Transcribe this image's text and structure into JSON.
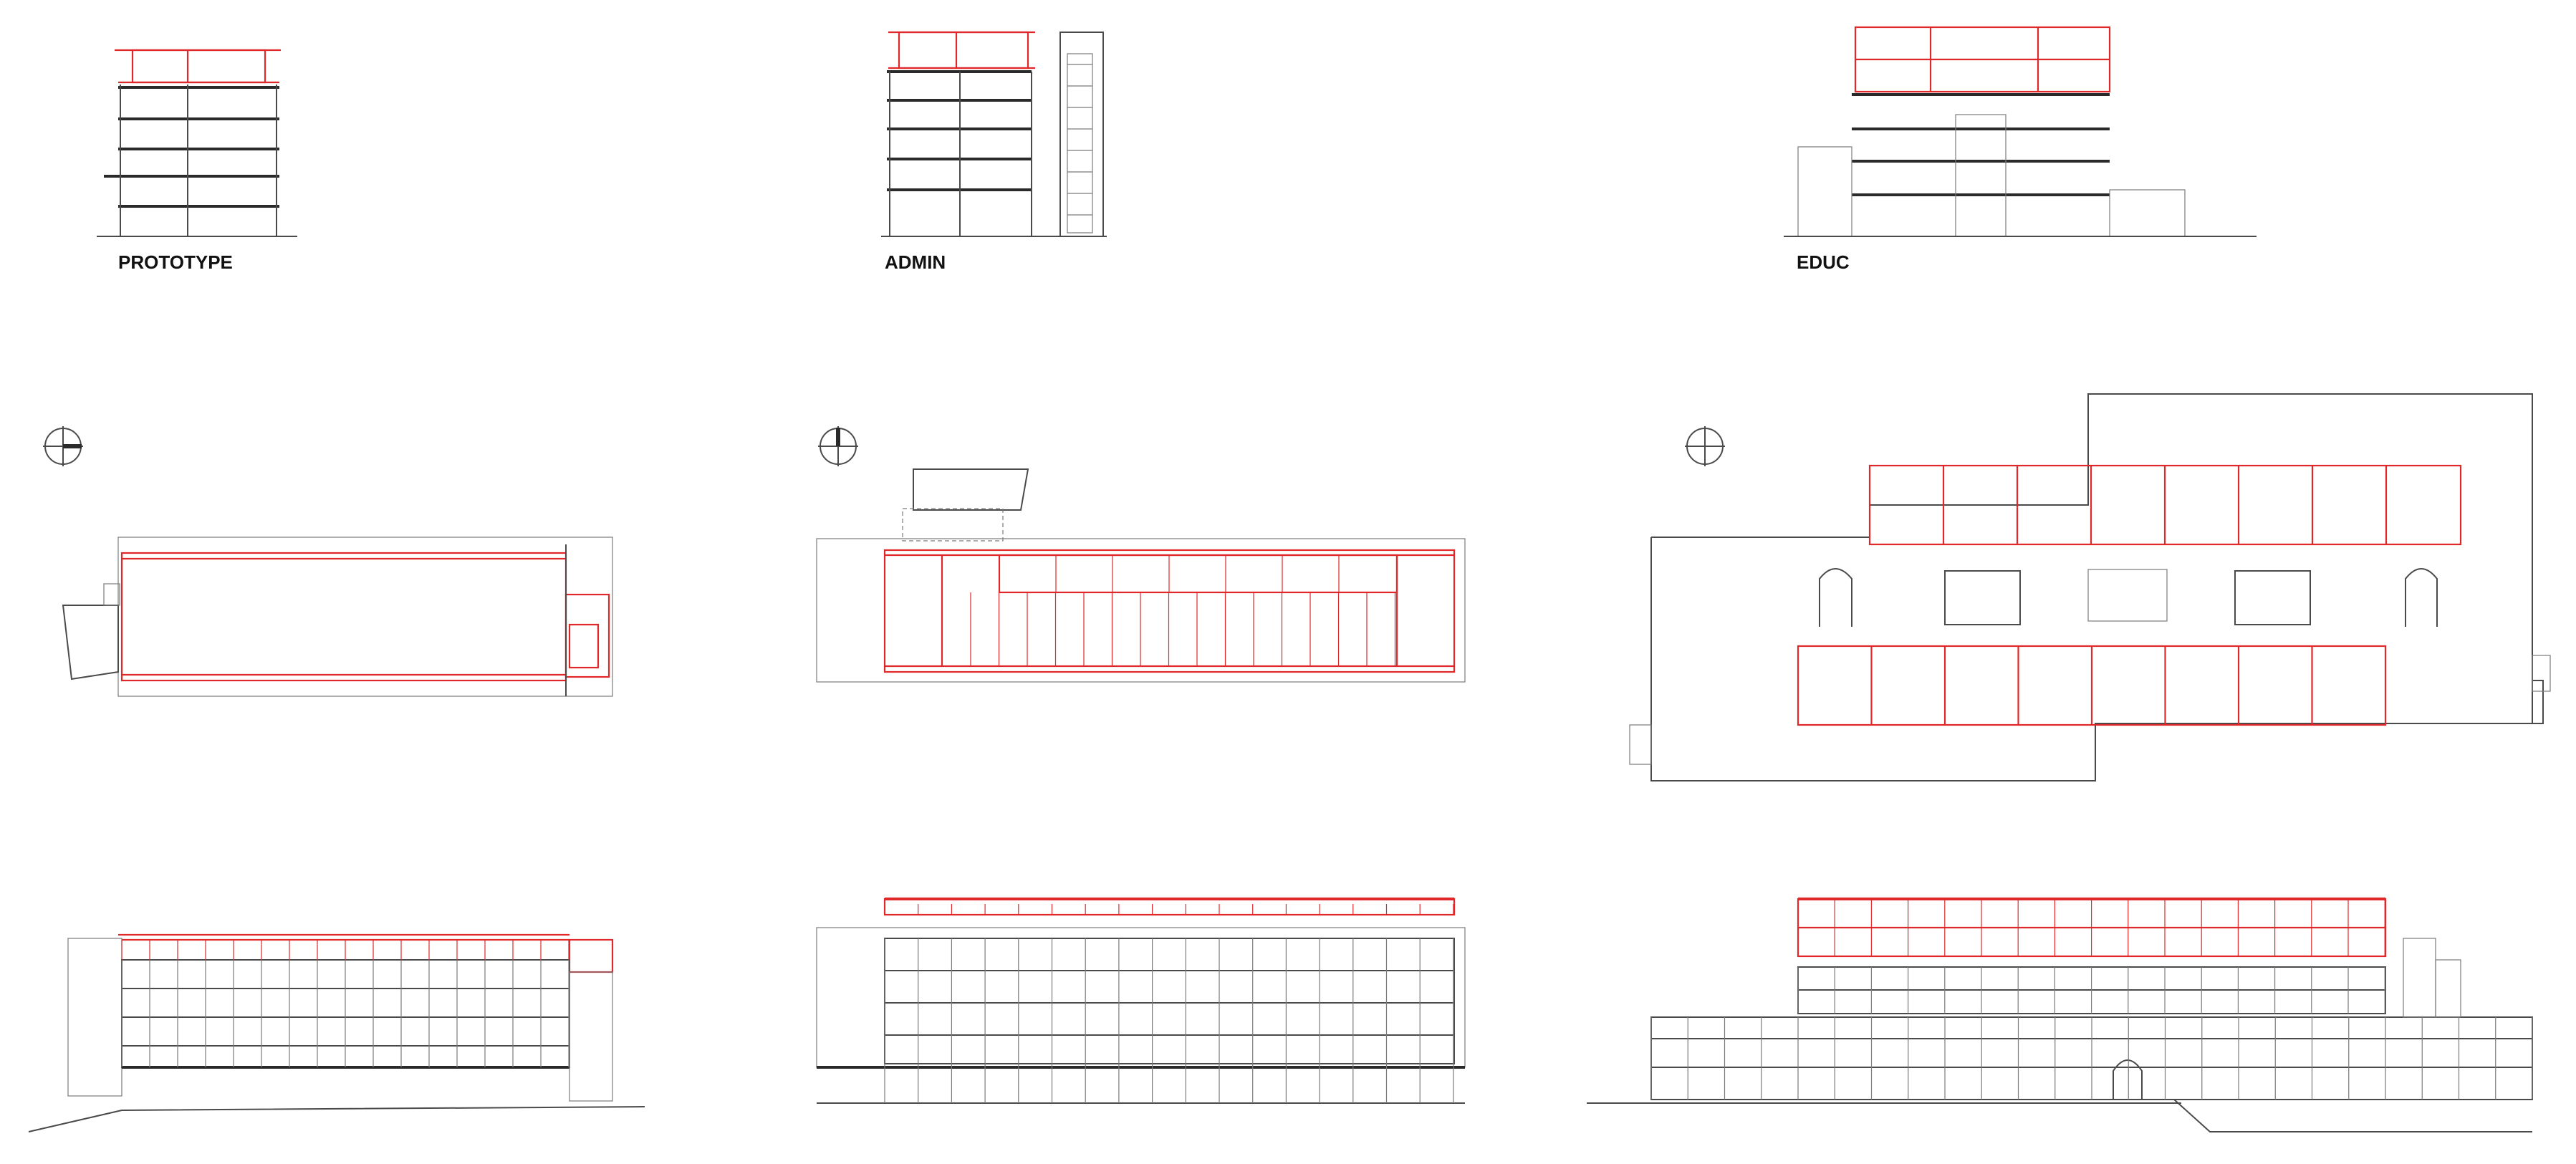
{
  "labels": {
    "prototype": "PROTOTYPE",
    "admin": "ADMIN",
    "educ": "EDUC"
  },
  "colors": {
    "line": "#4a4a4a",
    "accent": "#e0282a",
    "background": "#ffffff"
  },
  "icons": {
    "north_arrow": "circle-with-cross-north-arrow"
  }
}
